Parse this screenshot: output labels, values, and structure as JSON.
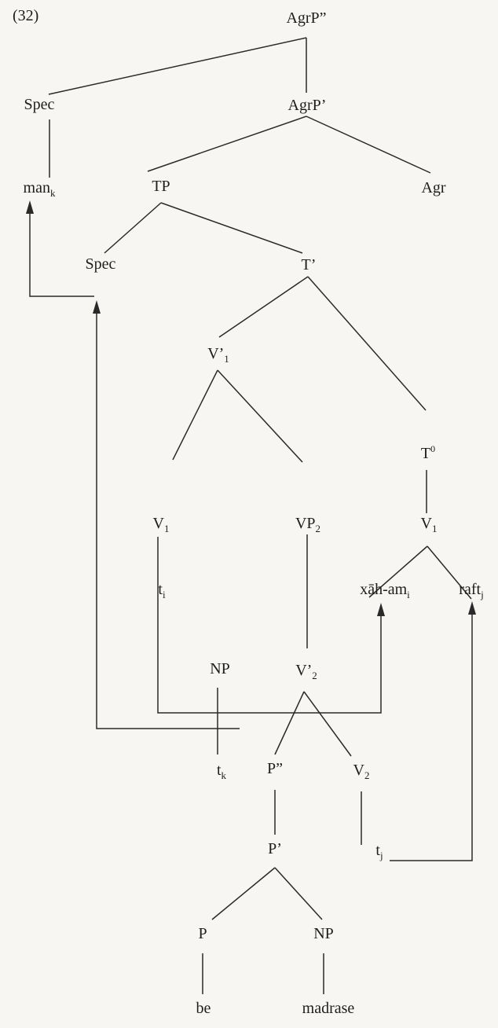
{
  "example_number": "(32)",
  "nodes": {
    "agrp2": {
      "text": "AgrP”"
    },
    "spec1": {
      "text": "Spec"
    },
    "agrp1": {
      "text": "AgrP’"
    },
    "man": {
      "text": "man",
      "sub": "k"
    },
    "tp": {
      "text": "TP"
    },
    "agr": {
      "text": "Agr"
    },
    "spec2": {
      "text": "Spec"
    },
    "tbar": {
      "text": "T’"
    },
    "v1bar": {
      "text": "V’",
      "sub": "1"
    },
    "t0": {
      "text": "T",
      "sup": "0"
    },
    "v1a": {
      "text": "V",
      "sub": "1"
    },
    "vp2": {
      "text": "VP",
      "sub": "2"
    },
    "v1b": {
      "text": "V",
      "sub": "1"
    },
    "ti": {
      "text": "t",
      "sub": "i"
    },
    "xah": {
      "text": "xāh-am",
      "sub": "i"
    },
    "raft": {
      "text": "raft",
      "sub": "j"
    },
    "np1": {
      "text": "NP"
    },
    "v2bar": {
      "text": "V’",
      "sub": "2"
    },
    "tk": {
      "text": "t",
      "sub": "k"
    },
    "pp2": {
      "text": "P”"
    },
    "v2": {
      "text": "V",
      "sub": "2"
    },
    "pbar": {
      "text": "P’"
    },
    "tj": {
      "text": "t",
      "sub": "j"
    },
    "p": {
      "text": "P"
    },
    "np2": {
      "text": "NP"
    },
    "be": {
      "text": "be"
    },
    "madrase": {
      "text": "madrase"
    }
  }
}
